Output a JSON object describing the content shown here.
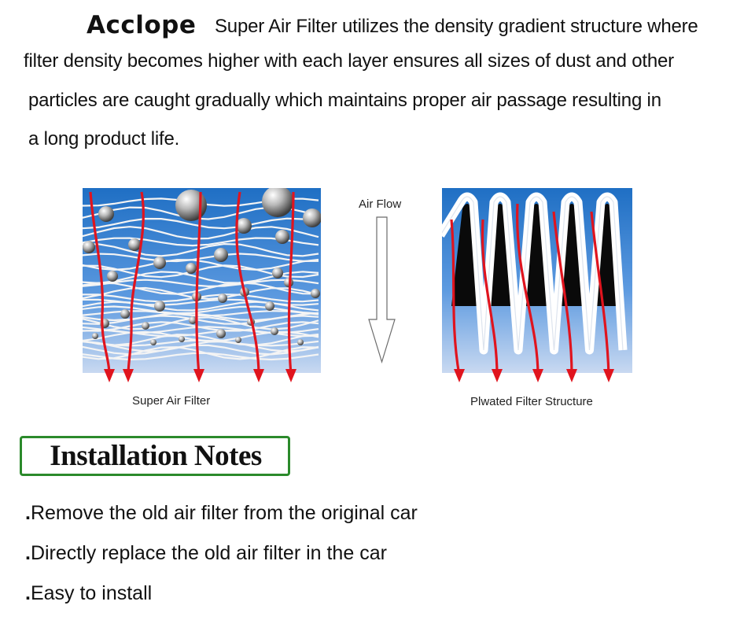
{
  "intro": {
    "brand": "Acclope",
    "line1": "Super Air Filter utilizes the density gradient structure where",
    "line2": "filter density becomes higher with each layer ensures all sizes of dust and other",
    "line3": "particles are caught gradually which maintains proper air passage resulting in",
    "line4": "a long product life."
  },
  "figures": {
    "left_caption": "Super Air Filter",
    "right_caption": "Plwated Filter Structure",
    "airflow_label": "Air Flow"
  },
  "colors": {
    "filter_blue": "#1f6fc4",
    "flow_red": "#e0141e",
    "notes_border": "#2b8a2b"
  },
  "installation": {
    "title": "Installation Notes",
    "items": [
      {
        "bullet": ".",
        "text": "Remove the old air filter from the original car"
      },
      {
        "bullet": ".",
        "text": "Directly replace the old air filter in the car"
      },
      {
        "bullet": ".",
        "text": "Easy to install"
      }
    ]
  }
}
